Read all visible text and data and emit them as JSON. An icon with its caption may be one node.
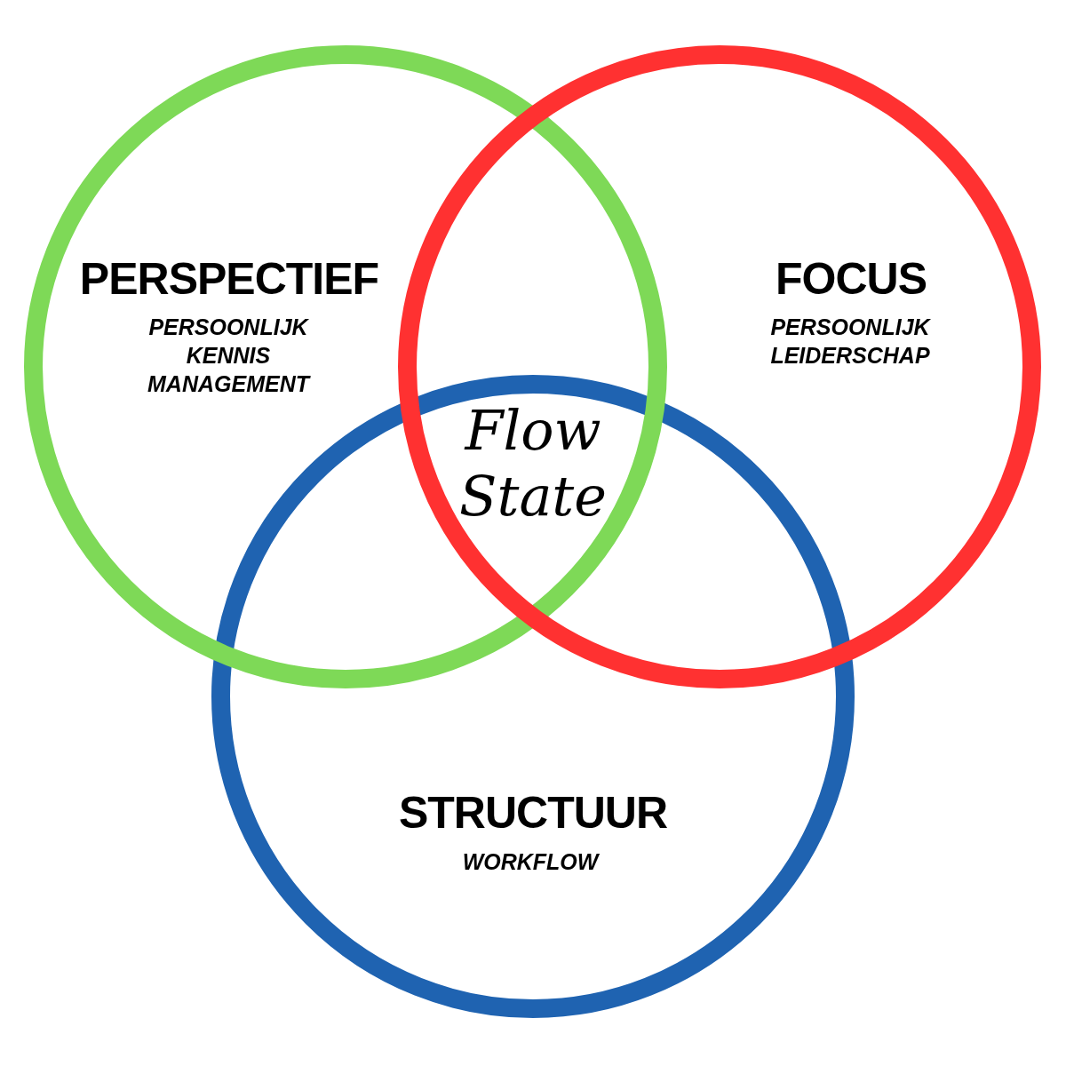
{
  "diagram": {
    "nodes": [
      {
        "text": [
          "PERSPECTIEF",
          "PERSOONLIJK KENNIS MANAGEMENT"
        ]
      },
      {
        "text": [
          "FOCUS",
          "PERSOONLIJK LEIDERSCHAP"
        ]
      },
      {
        "text": [
          "STRUCTUUR",
          "WORKFLOW"
        ]
      }
    ],
    "labels": [
      "Flow State"
    ]
  }
}
